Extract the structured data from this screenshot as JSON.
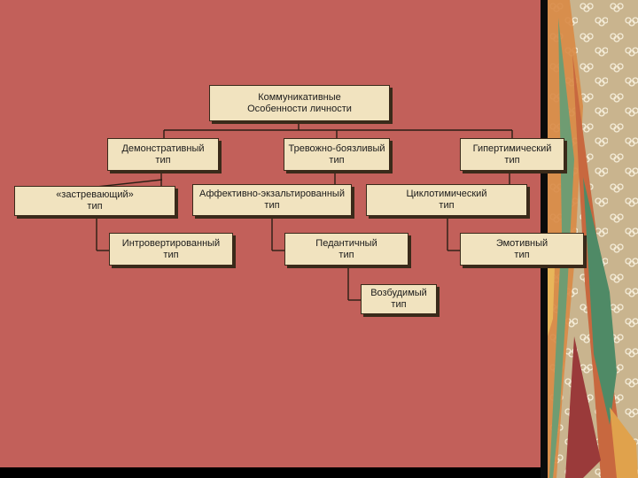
{
  "diagram": {
    "root": {
      "line1": "Коммуникативные",
      "line2": "Особенности личности"
    },
    "nodes": {
      "demonstrative": {
        "line1": "Демонстративный",
        "line2": "тип"
      },
      "anxious": {
        "line1": "Тревожно-боязливый",
        "line2": "тип"
      },
      "hyperthymic": {
        "line1": "Гипертимический",
        "line2": "тип"
      },
      "stuck": {
        "line1": "«застревающий»",
        "line2": "тип"
      },
      "affective": {
        "line1": "Аффективно-экзальтированный",
        "line2": "тип"
      },
      "cyclothymic": {
        "line1": "Циклотимический",
        "line2": "тип"
      },
      "introverted": {
        "line1": "Интровертированный",
        "line2": "тип"
      },
      "pedantic": {
        "line1": "Педантичный",
        "line2": "тип"
      },
      "emotive": {
        "line1": "Эмотивный",
        "line2": "тип"
      },
      "excitable": {
        "line1": "Возбудимый",
        "line2": "тип"
      }
    }
  },
  "colors": {
    "background": "#c2605a",
    "box_fill": "#f1e3bf",
    "border": "#3a2a1a"
  }
}
